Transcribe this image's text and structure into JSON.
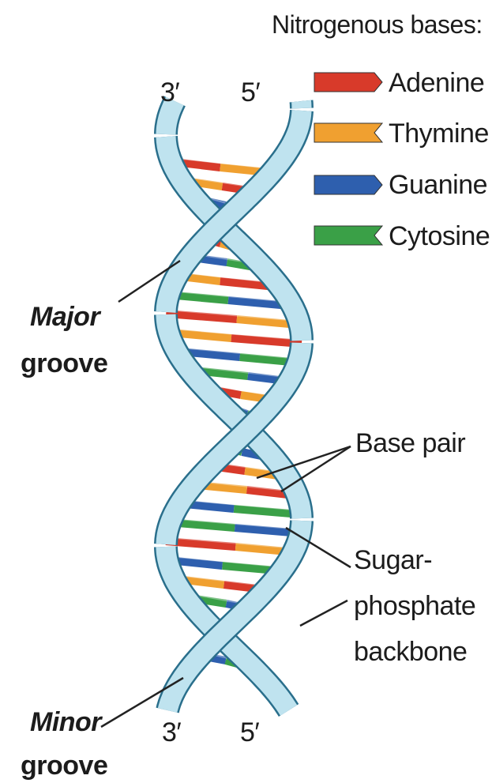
{
  "legend": {
    "title": "Nitrogenous bases:",
    "items": [
      {
        "name": "Adenine",
        "color": "#d83a2a",
        "shape": "arrow-tip"
      },
      {
        "name": "Thymine",
        "color": "#f0a030",
        "shape": "notched"
      },
      {
        "name": "Guanine",
        "color": "#2e5fae",
        "shape": "arrow-tip"
      },
      {
        "name": "Cytosine",
        "color": "#3aa047",
        "shape": "notched"
      }
    ]
  },
  "strand_ends": {
    "top_left": "3′",
    "top_right": "5′",
    "bottom_left": "3′",
    "bottom_right": "5′"
  },
  "labels": {
    "major_line1": "Major",
    "major_line2": "groove",
    "minor_line1": "Minor",
    "minor_line2": "groove",
    "base_pair": "Base pair",
    "backbone_line1": "Sugar-",
    "backbone_line2": "phosphate",
    "backbone_line3": "backbone"
  },
  "colors": {
    "backbone_fill": "#bfe3ef",
    "backbone_stroke": "#2a6f8c",
    "leader_line": "#222222"
  }
}
